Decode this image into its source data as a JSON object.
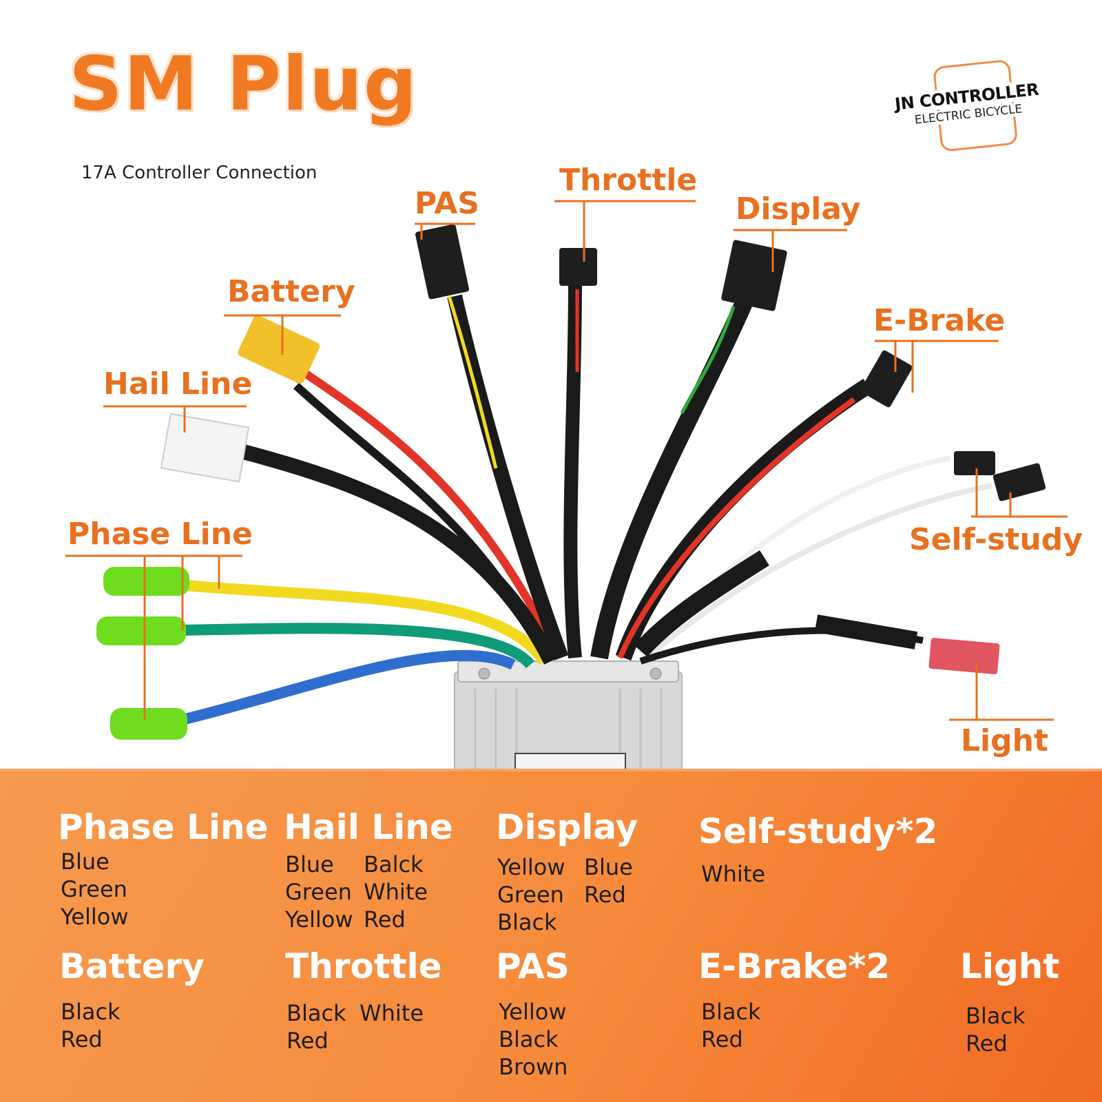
{
  "title": "SM Plug",
  "subtitle": "17A Controller Connection",
  "logo": {
    "line1": "JN CONTROLLER",
    "line2": "ELECTRIC BICYCLE"
  },
  "labels": {
    "pas": "PAS",
    "throttle": "Throttle",
    "display": "Display",
    "battery": "Battery",
    "ebrake": "E-Brake",
    "hail_line": "Hail Line",
    "phase_line": "Phase Line",
    "self_study": "Self-study",
    "light": "Light"
  },
  "legend": {
    "phase_line": {
      "title": "Phase Line",
      "colors": [
        "Blue",
        "Green",
        "Yellow"
      ]
    },
    "hail_line": {
      "title": "Hail Line",
      "colors": [
        "Blue",
        "Green",
        "Yellow",
        "Balck",
        "White",
        "Red"
      ]
    },
    "display": {
      "title": "Display",
      "colors": [
        "Yellow",
        "Green",
        "Black",
        "Blue",
        "Red"
      ]
    },
    "self_study": {
      "title": "Self-study*2",
      "colors": [
        "White"
      ]
    },
    "battery": {
      "title": "Battery",
      "colors": [
        "Black",
        "Red"
      ]
    },
    "throttle": {
      "title": "Throttle",
      "colors": [
        "Black",
        "Red",
        "White"
      ]
    },
    "pas": {
      "title": "PAS",
      "colors": [
        "Yellow",
        "Black",
        "Brown"
      ]
    },
    "ebrake": {
      "title": "E-Brake*2",
      "colors": [
        "Black",
        "Red"
      ]
    },
    "light": {
      "title": "Light",
      "colors": [
        "Black",
        "Red"
      ]
    }
  },
  "colors": {
    "accent": "#e8701f",
    "panel": "#f68a3a"
  }
}
